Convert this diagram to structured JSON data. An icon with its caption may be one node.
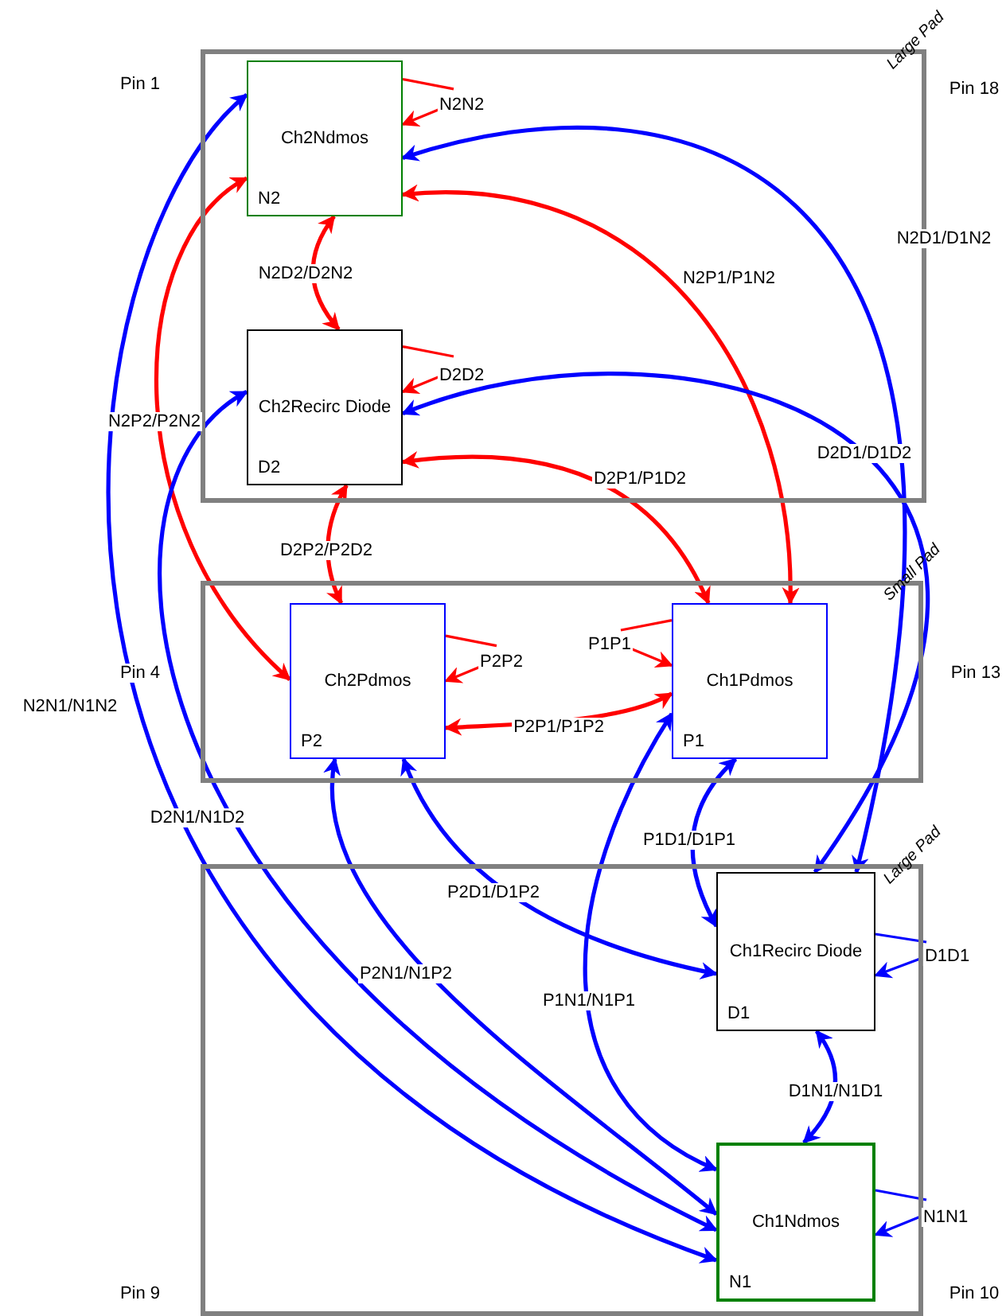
{
  "diagram": {
    "nodes": [
      {
        "text": [
          "Large Pad"
        ]
      },
      {
        "text": [
          "Ch2Ndmos",
          "N2"
        ],
        "in": 0
      },
      {
        "text": [
          "Ch2Recirc Diode",
          "D2"
        ],
        "in": 0
      },
      {
        "text": [
          "Small Pad"
        ]
      },
      {
        "text": [
          "Ch2Pdmos",
          "P2"
        ],
        "in": 3
      },
      {
        "text": [
          "Ch1Pdmos",
          "P1"
        ],
        "in": 3
      },
      {
        "text": [
          "Large Pad"
        ]
      },
      {
        "text": [
          "Ch1Recirc Diode",
          "D1"
        ],
        "in": 6
      },
      {
        "text": [
          "Ch1Ndmos",
          "N1"
        ],
        "in": 6
      }
    ],
    "edges": [
      {
        "from": 1,
        "to": 1,
        "arrow": "to",
        "label": "N2N2",
        "color": "#ff0000"
      },
      {
        "from": 1,
        "to": 2,
        "arrow": "both",
        "label": "N2D2/D2N2",
        "color": "#ff0000"
      },
      {
        "from": 1,
        "to": 4,
        "arrow": "both",
        "label": "N2P2/P2N2",
        "color": "#ff0000"
      },
      {
        "from": 1,
        "to": 5,
        "arrow": "both",
        "label": "N2P1/P1N2",
        "color": "#ff0000"
      },
      {
        "from": 1,
        "to": 7,
        "arrow": "both",
        "label": "N2D1/D1N2"
      },
      {
        "from": 1,
        "to": 8,
        "arrow": "both",
        "label": "N2N1/N1N2"
      },
      {
        "from": 2,
        "to": 2,
        "arrow": "to",
        "label": "D2D2",
        "color": "#ff0000"
      },
      {
        "from": 2,
        "to": 5,
        "arrow": "both",
        "label": "D2P1/P1D2",
        "color": "#ff0000"
      },
      {
        "from": 2,
        "to": 4,
        "arrow": "both",
        "label": "D2P2/P2D2",
        "color": "#ff0000"
      },
      {
        "from": 2,
        "to": 7,
        "arrow": "both",
        "label": "D2D1/D1D2"
      },
      {
        "from": 2,
        "to": 8,
        "arrow": "both",
        "label": "D2N1/N1D2"
      },
      {
        "from": 4,
        "to": 4,
        "arrow": "to",
        "label": "P2P2",
        "color": "#ff0000"
      },
      {
        "from": 5,
        "to": 5,
        "arrow": "to",
        "label": "P1P1",
        "color": "#ff0000"
      },
      {
        "from": 4,
        "to": 5,
        "arrow": "both",
        "label": "P2P1/P1P2",
        "color": "#ff0000"
      },
      {
        "from": 4,
        "to": 8,
        "arrow": "both",
        "label": "P2N1/N1P2"
      },
      {
        "from": 4,
        "to": 7,
        "arrow": "both",
        "label": "P2D1/D1P2"
      },
      {
        "from": 5,
        "to": 8,
        "arrow": "both",
        "label": "P1N1/N1P1"
      },
      {
        "from": 5,
        "to": 7,
        "arrow": "both",
        "label": "P1D1/D1P1"
      },
      {
        "from": 7,
        "to": 7,
        "arrow": "to",
        "label": "D1D1"
      },
      {
        "from": 7,
        "to": 8,
        "arrow": "both",
        "label": "D1N1/N1D1"
      },
      {
        "from": 8,
        "to": 8,
        "arrow": "to",
        "label": "N1N1"
      }
    ],
    "labels": [
      "Pin 1",
      "Pin 18",
      "Pin 4",
      "Pin 13",
      "Pin 9",
      "Pin 10"
    ]
  }
}
